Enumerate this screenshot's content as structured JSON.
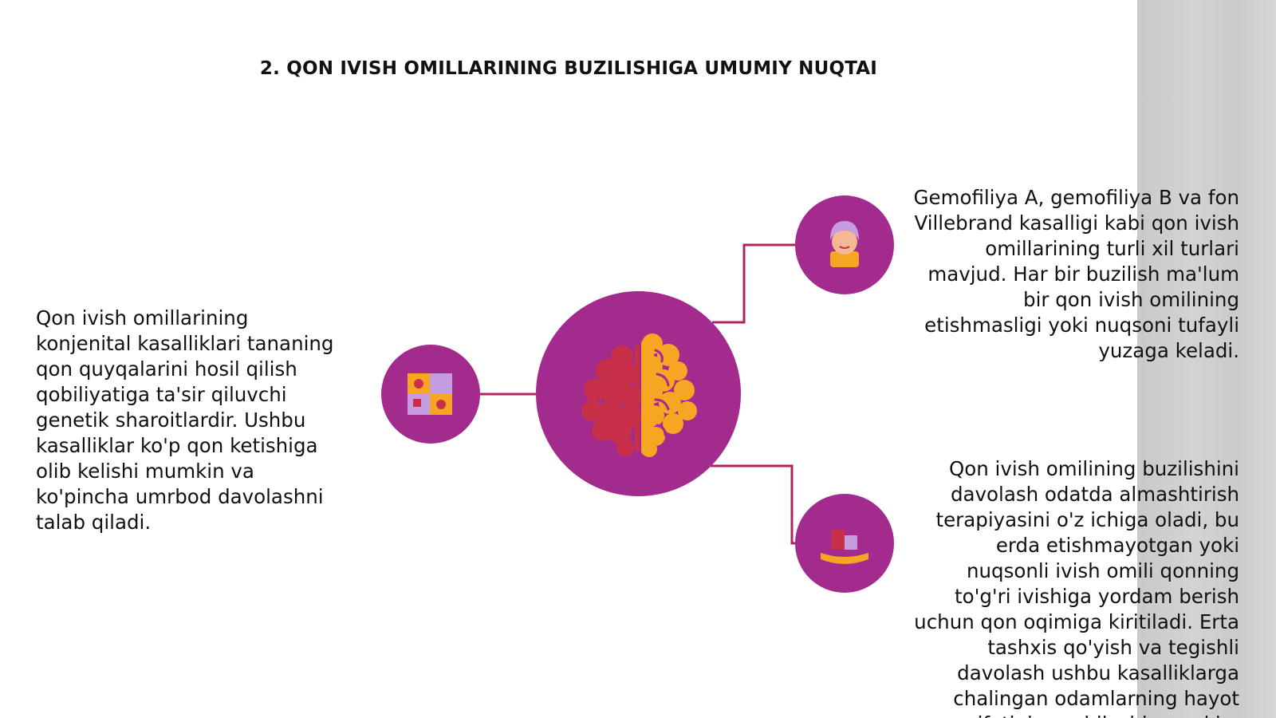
{
  "slide": {
    "title": "2. QON IVISH OMILLARINING BUZILISHIGA UMUMIY NUQTAI",
    "paragraphs": {
      "left": "Qon ivish omillarining konjenital kasalliklari tananing qon quyqalarini hosil qilish qobiliyatiga ta'sir qiluvchi genetik sharoitlardir. Ushbu kasalliklar ko'p qon ketishiga olib kelishi mumkin va ko'pincha umrbod davolashni talab qiladi.",
      "top_right": "Gemofiliya A, gemofiliya B va fon Villebrand kasalligi kabi qon ivish omillarining turli xil turlari mavjud. Har bir buzilish ma'lum bir qon ivish omilining etishmasligi yoki nuqsoni tufayli yuzaga keladi.",
      "bottom_right": "Qon ivish omilining buzilishini davolash odatda almashtirish terapiyasini o'z ichiga oladi, bu erda etishmayotgan yoki nuqsonli ivish omili qonning to'g'ri ivishiga yordam berish uchun qon oqimiga kiritiladi. Erta tashxis qo'yish va tegishli davolash ushbu kasalliklarga chalingan odamlarning hayot sifatini yaxshilashi mumkin."
    }
  },
  "colors": {
    "node_fill": "#a22b8d",
    "connector": "#b3245f",
    "accent_orange": "#f6a623",
    "accent_red": "#c8304a",
    "accent_lavender": "#c59ce0"
  },
  "icons": {
    "center": "brain-icon",
    "left": "puzzle-blocks-icon",
    "top_right": "person-avatar-icon",
    "bottom_right": "hand-holding-icon"
  }
}
